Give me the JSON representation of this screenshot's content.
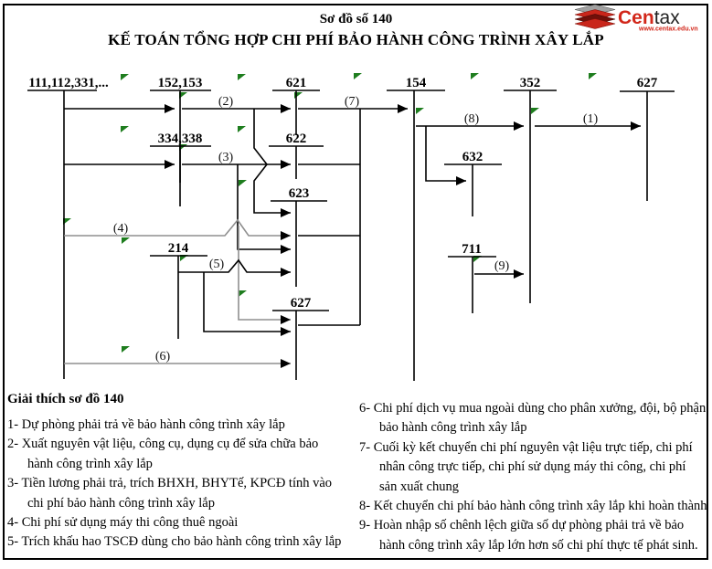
{
  "header": {
    "title_line1": "Sơ đồ số 140",
    "title_line2": "KẾ TOÁN TỔNG HỢP CHI PHÍ BẢO HÀNH CÔNG TRÌNH XÂY LẮP"
  },
  "logo": {
    "brand_part1": "Cen",
    "brand_part2": "tax",
    "website": "www.centax.edu.vn"
  },
  "diagram": {
    "accounts": [
      {
        "code": "111,112,331,..."
      },
      {
        "code": "152,153"
      },
      {
        "code": "334,338"
      },
      {
        "code": "214"
      },
      {
        "code": "621"
      },
      {
        "code": "622"
      },
      {
        "code": "623"
      },
      {
        "code": "627"
      },
      {
        "code": "154"
      },
      {
        "code": "632"
      },
      {
        "code": "711"
      },
      {
        "code": "352"
      },
      {
        "code": "627"
      }
    ],
    "flow_labels": [
      "(1)",
      "(2)",
      "(3)",
      "(4)",
      "(5)",
      "(6)",
      "(7)",
      "(8)",
      "(9)"
    ]
  },
  "legend": {
    "heading": "Giải thích sơ đồ 140",
    "left_lines": [
      {
        "t": "1- Dự phòng phải trả về bảo hành công trình xây lắp"
      },
      {
        "t": "2- Xuất nguyên vật liệu, công cụ, dụng cụ để sửa chữa bảo"
      },
      {
        "t": "hành công trình xây lắp"
      },
      {
        "t": "3- Tiền lương phải trả, trích BHXH, BHYTế, KPCĐ tính vào"
      },
      {
        "t": "chi phí bảo hành công trình xây lắp"
      },
      {
        "t": "4- Chi phí sử dụng máy thi công thuê ngoài"
      },
      {
        "t": "5- Trích khấu hao TSCĐ dùng cho bảo hành công trình xây lắp"
      }
    ],
    "right_lines": [
      {
        "t": "6- Chi phí dịch vụ mua ngoài dùng cho phân xưởng, đội, bộ phận"
      },
      {
        "t": "bảo hành công trình xây lắp"
      },
      {
        "t": "7- Cuối kỳ kết chuyển chi phí nguyên vật liệu trực tiếp, chi phí"
      },
      {
        "t": "nhân công trực tiếp, chi phí sử dụng máy thi công, chi phí"
      },
      {
        "t": "sản xuất chung"
      },
      {
        "t": "8- Kết chuyển chi phí bảo hành công trình xây lắp khi hoàn thành"
      },
      {
        "t": "9- Hoàn nhập số chênh lệch giữa số dự phòng phải trả về bảo"
      },
      {
        "t": "hành công trình xây lắp lớn hơn số chi phí thực tế phát sinh."
      }
    ]
  },
  "colors": {
    "line": "#000000",
    "line_gray": "#8f8f8f",
    "marker_green": "#1e7d1e",
    "brand_red": "#cf2318"
  }
}
